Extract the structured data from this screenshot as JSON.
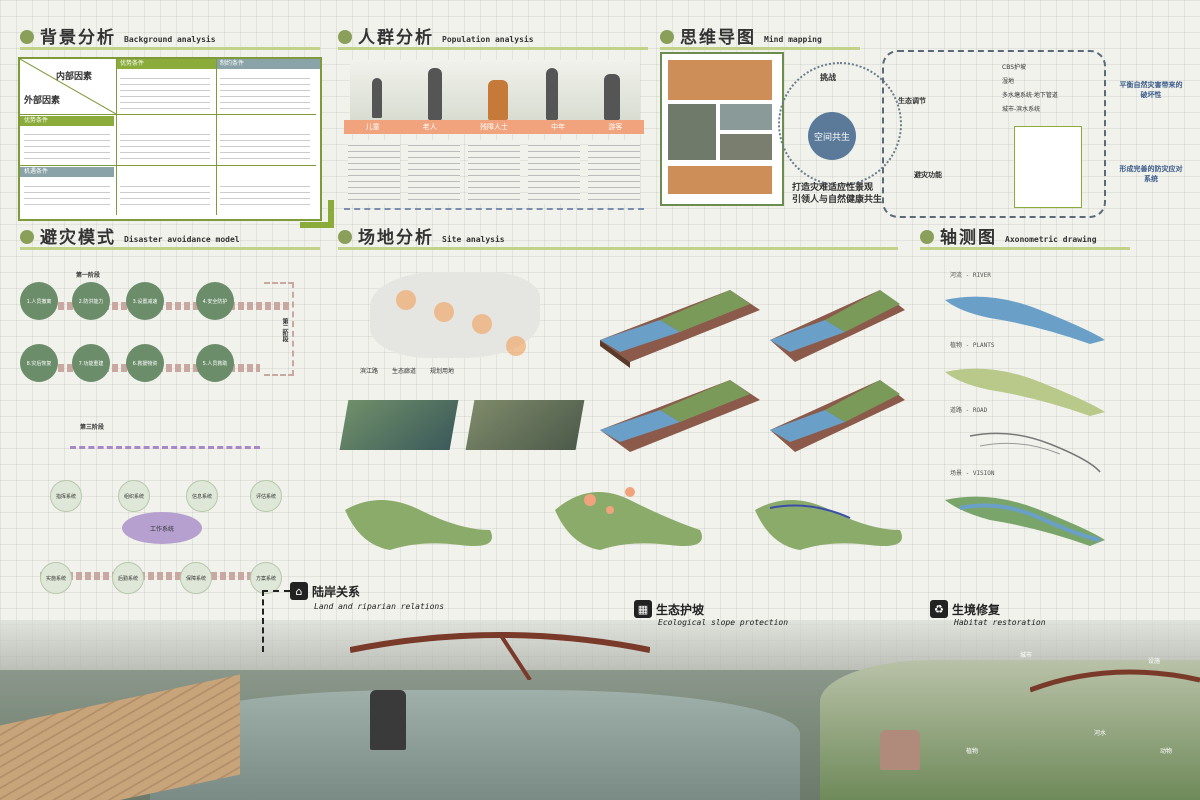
{
  "sections": {
    "background": {
      "zh": "背景分析",
      "en": "Background analysis"
    },
    "population": {
      "zh": "人群分析",
      "en": "Population analysis"
    },
    "mindmap": {
      "zh": "思维导图",
      "en": "Mind mapping"
    },
    "disaster": {
      "zh": "避灾模式",
      "en": "Disaster avoidance model"
    },
    "site": {
      "zh": "场地分析",
      "en": "Site analysis"
    },
    "axo": {
      "zh": "轴测图",
      "en": "Axonometric drawing"
    }
  },
  "background_table": {
    "inner_factor": "内部因素",
    "outer_factor": "外部因素",
    "col_advantage": "优势条件",
    "col_constraint": "制约条件",
    "row_advantage": "优势条件",
    "row_opportunity": "机遇条件"
  },
  "population": {
    "groups": [
      "儿童",
      "老人",
      "残障人士",
      "中年",
      "游客"
    ]
  },
  "mindmap": {
    "challenge": "挑战",
    "center": "空间共生",
    "slogan_line1": "打造灾难适应性景观",
    "slogan_line2": "引领人与自然健康共生",
    "ecology": "生态调节",
    "disaster_mode": "避灾功能",
    "right_note1": "平衡自然灾害带来的破坏性",
    "right_note2": "形成完善的防灾应对系统",
    "items": [
      "CBS护坡",
      "湿地",
      "多水塘系统·地下管道",
      "城市-滨水系统"
    ]
  },
  "disaster": {
    "phase1": "第一阶段",
    "phase2": "第二阶段",
    "phase3": "第三阶段",
    "steps_top": [
      "1.人员撤离",
      "2.防洪能力",
      "3.设置减速",
      "4.安全防护"
    ],
    "steps_bottom": [
      "8.灾后恢复",
      "7.功能重建",
      "6.救援物资",
      "5.人员救助"
    ],
    "center_system": "工作系统",
    "systems": [
      "指挥系统",
      "组织系统",
      "信息系统",
      "评估系统"
    ],
    "bottom_systems": [
      "实施系统",
      "后勤系统",
      "保障系统",
      "方案系统"
    ]
  },
  "site": {
    "legend": [
      "滨江路",
      "生态廊道",
      "规划用地"
    ]
  },
  "axo": {
    "layers": [
      "河流 - RIVER",
      "植物 - PLANTS",
      "道路 - ROAD",
      "场景 - VISION"
    ]
  },
  "bottom": {
    "land": {
      "zh": "陆岸关系",
      "en": "Land and riparian relations"
    },
    "slope": {
      "zh": "生态护坡",
      "en": "Ecological slope protection"
    },
    "habitat": {
      "zh": "生境修复",
      "en": "Habitat restoration"
    },
    "labels": [
      "设施",
      "城市",
      "河水",
      "植物",
      "动物"
    ]
  }
}
